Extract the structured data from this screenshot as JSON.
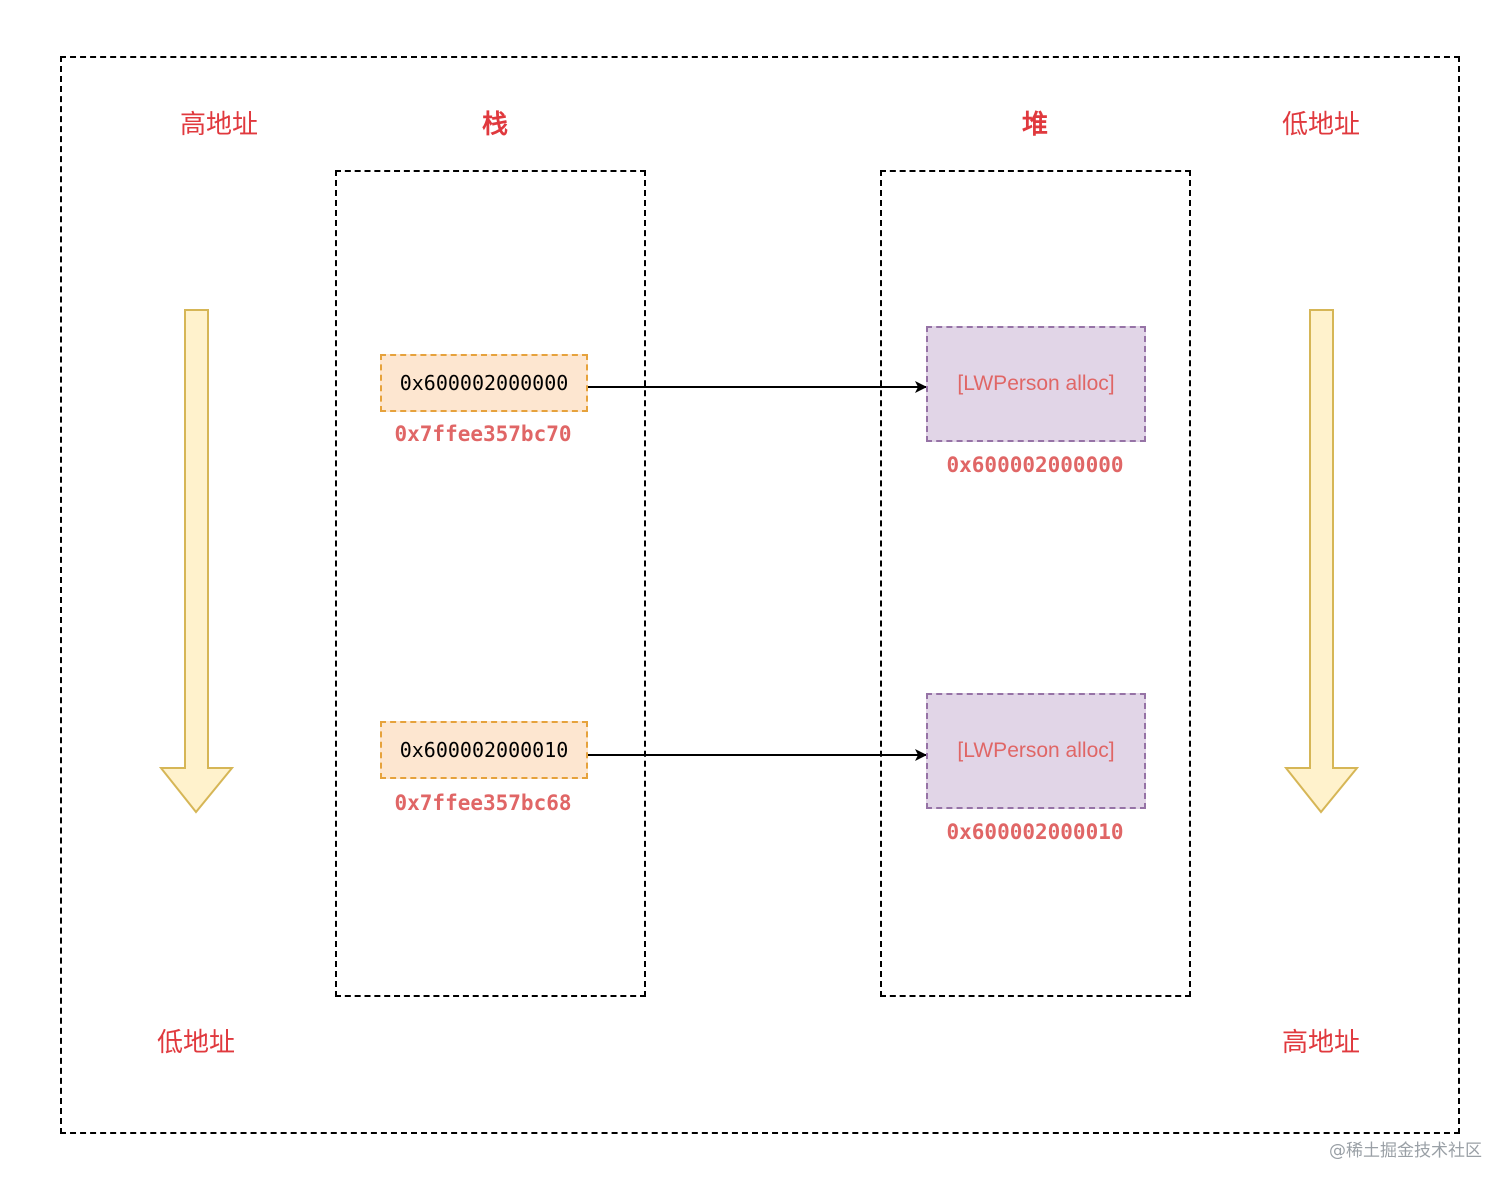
{
  "labels": {
    "left_top": "高地址",
    "left_bottom": "低地址",
    "right_top": "低地址",
    "right_bottom": "高地址",
    "stack_title": "栈",
    "heap_title": "堆"
  },
  "stack_cells": [
    {
      "value": "0x600002000000",
      "address": "0x7ffee357bc70"
    },
    {
      "value": "0x600002000010",
      "address": "0x7ffee357bc68"
    }
  ],
  "heap_cells": [
    {
      "text": "[LWPerson alloc]",
      "address": "0x600002000000"
    },
    {
      "text": "[LWPerson alloc]",
      "address": "0x600002000010"
    }
  ],
  "watermark": "@稀土掘金技术社区",
  "colors": {
    "label_red": "#e0393e",
    "address_red": "#e06666",
    "stack_fill": "#fde6d0",
    "stack_border": "#e6a23c",
    "heap_fill": "#e1d5e7",
    "heap_border": "#9673a6",
    "arrow_fill": "#fff2cc",
    "arrow_stroke": "#d6b656"
  }
}
